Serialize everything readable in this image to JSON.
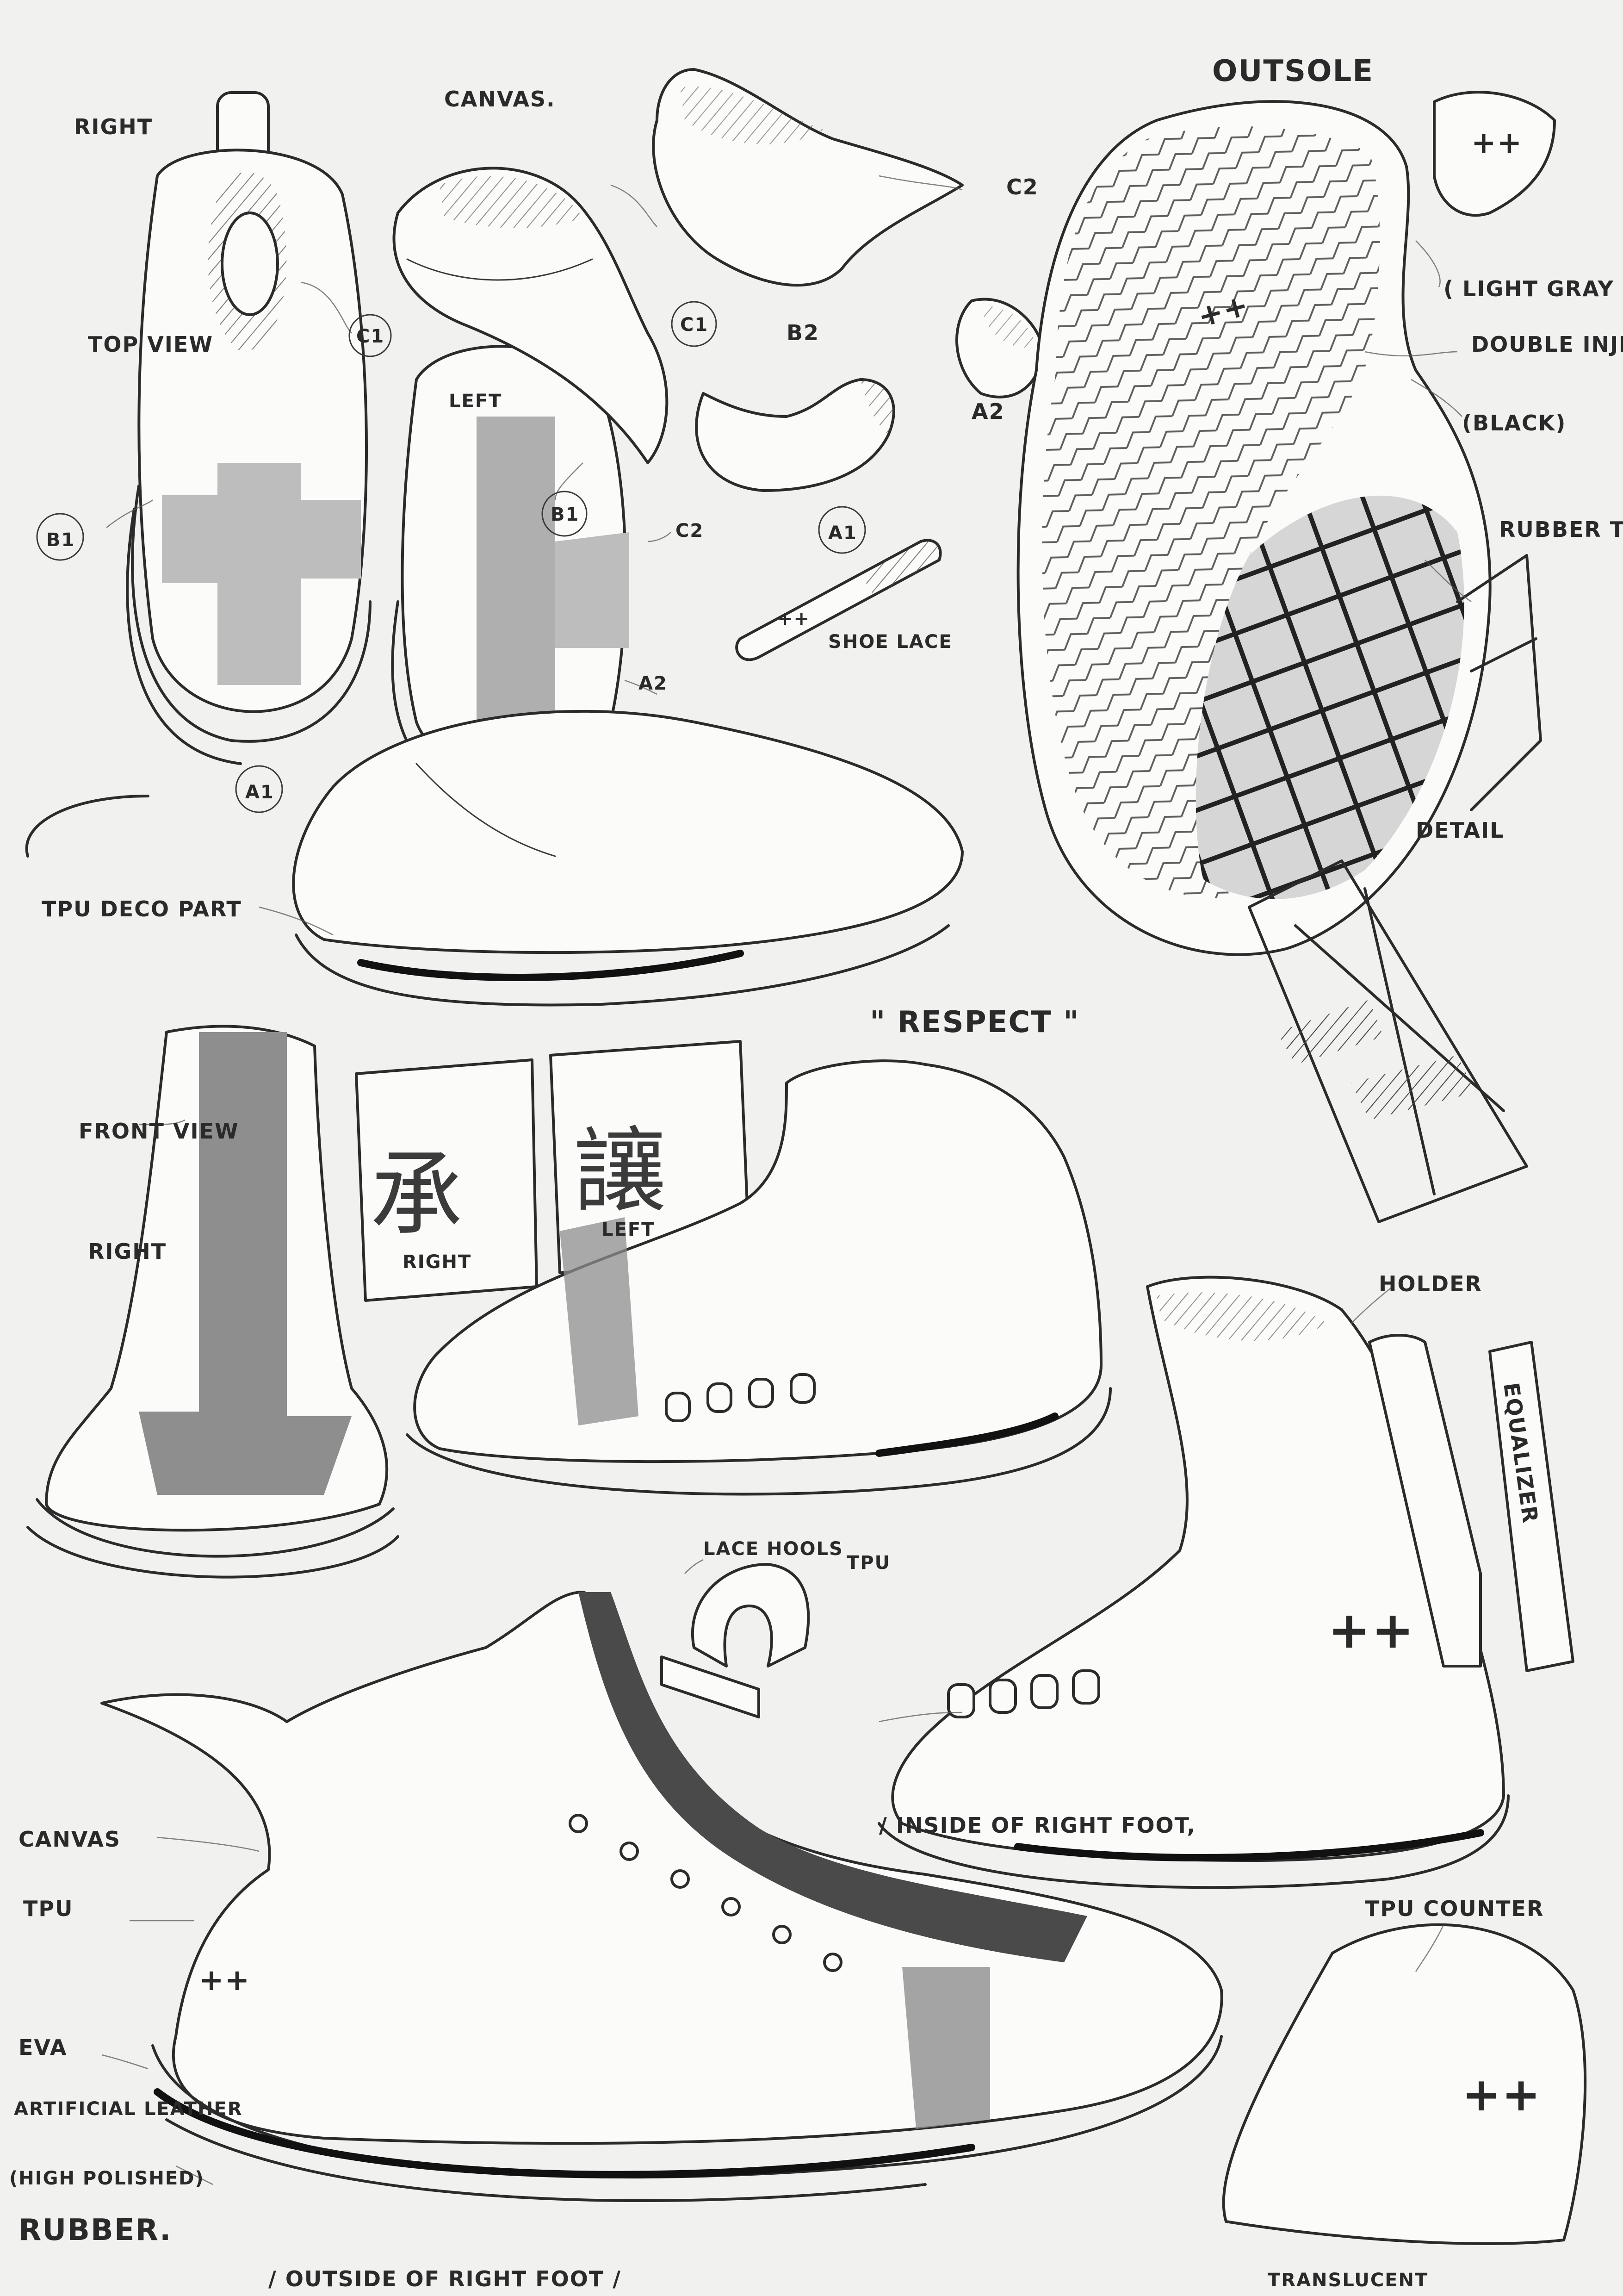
{
  "labels": {
    "right_top": "RIGHT",
    "canvas_top": "CANVAS.",
    "outsole": "OUTSOLE",
    "c2_upper": "C2",
    "c1_top": "C1",
    "c1_parts": "C1",
    "b2": "B2",
    "light_gray": "( LIGHT GRAY )",
    "top_view": "TOP VIEW",
    "left_top": "LEFT",
    "double_injection": "DOUBLE INJECTION",
    "black": "(BLACK)",
    "a2_parts": "A2",
    "b1_left": "B1",
    "b1_mid": "B1",
    "a1_parts": "A1",
    "c2_mid": "C2",
    "rubber_texture": "RUBBER TEXTURE",
    "shoe_lace": "SHOE LACE",
    "a2_mid": "A2",
    "a1_bottom": "A1",
    "detail": "DETAIL",
    "tpu_deco_part": "TPU DECO PART",
    "respect": "\" RESPECT \"",
    "front_view": "FRONT VIEW",
    "right_front": "RIGHT",
    "cjk_right": "承",
    "cjk_left": "讓",
    "right_cjk": "RIGHT",
    "left_cjk": "LEFT",
    "holder": "HOLDER",
    "equalizer": "EQUALIZER",
    "lace_hools": "LACE HOOLS",
    "tpu_hook": "TPU",
    "inside_right_foot": "/ INSIDE OF RIGHT FOOT,",
    "canvas_side": "CANVAS",
    "tpu_side": "TPU",
    "eva": "EVA",
    "artificial_leather": "ARTIFICIAL LEATHER",
    "high_polished": "(HIGH POLISHED)",
    "rubber": "RUBBER.",
    "outside_right_foot": "/ OUTSIDE OF RIGHT FOOT /",
    "tpu_counter": "TPU COUNTER",
    "translucent": "TRANSLUCENT"
  },
  "logo_glyph": "++",
  "colors": {
    "paper": "#f1f1ef",
    "ink": "#2b2b2b",
    "marker_gray": "#8e8e8e",
    "light_gray": "#bdbdbd"
  }
}
